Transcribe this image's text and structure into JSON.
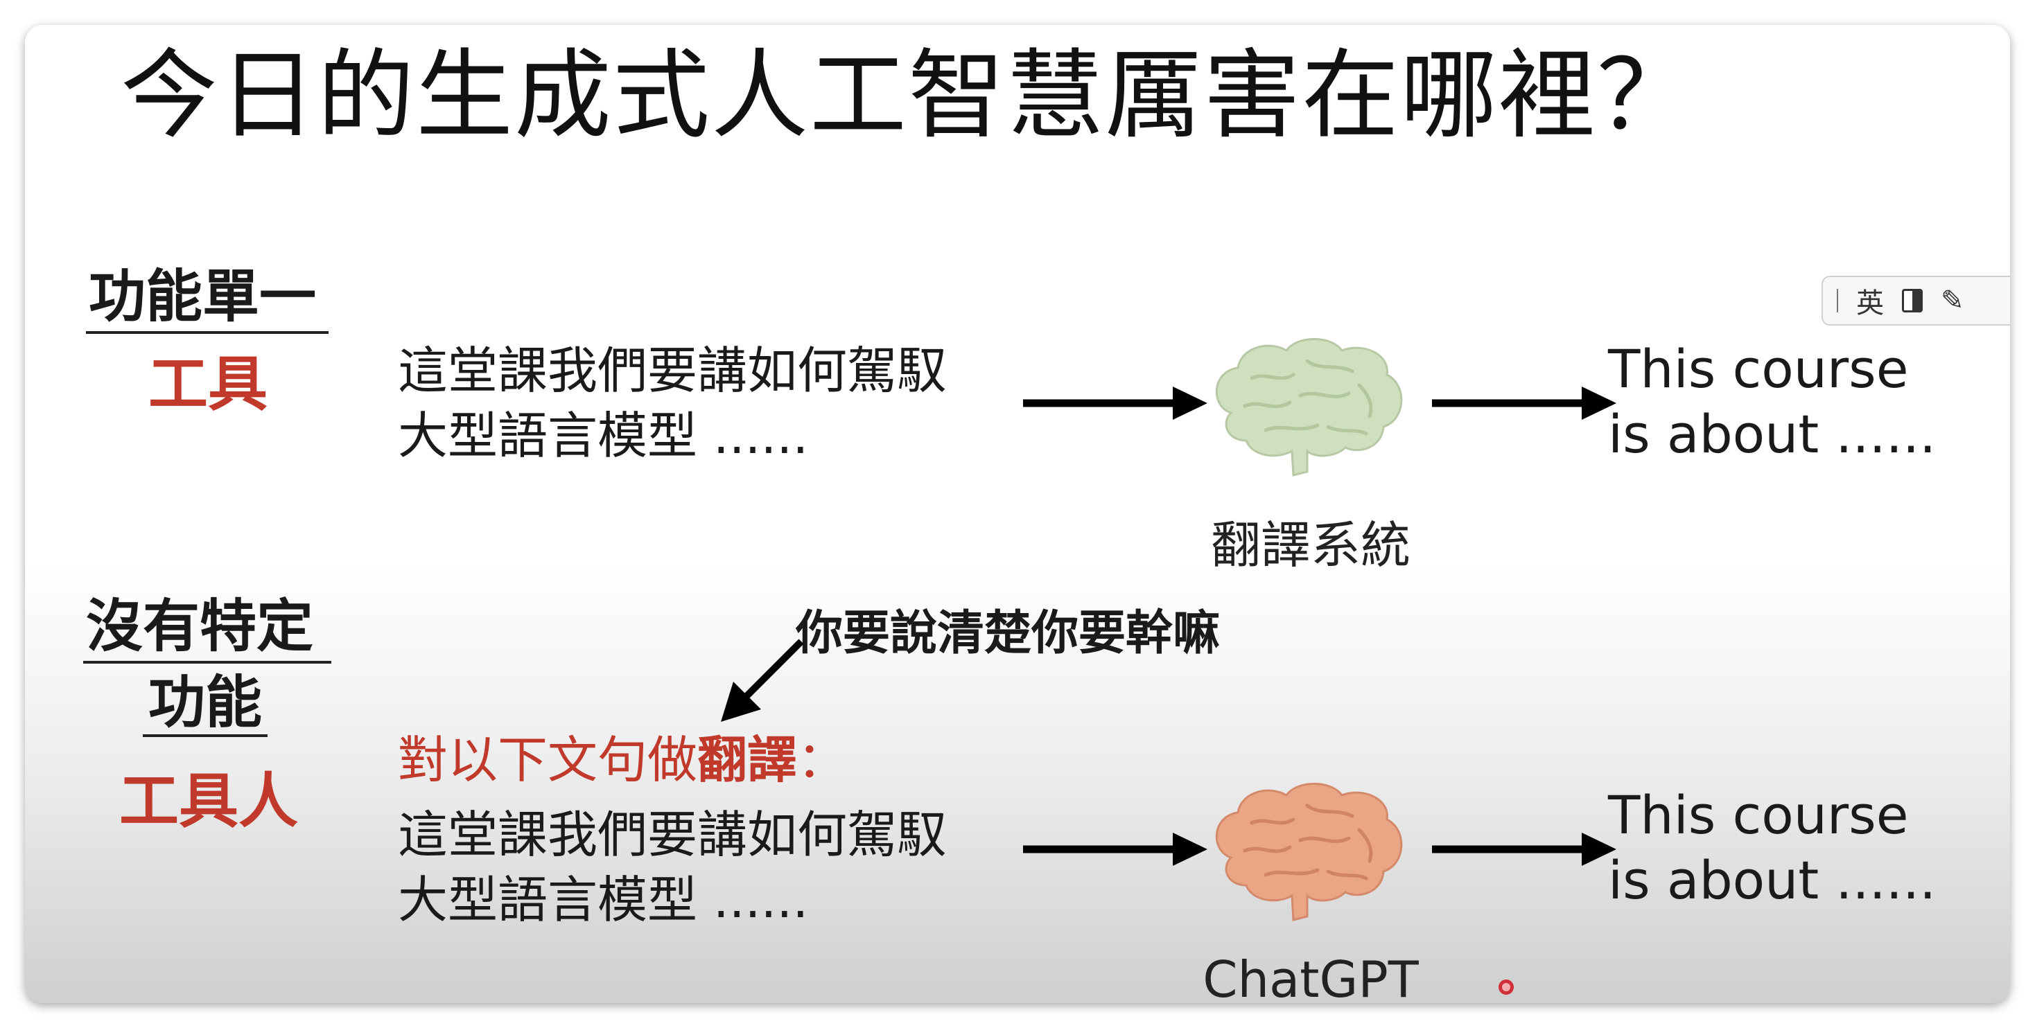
{
  "slide": {
    "title": "今日的生成式人工智慧厲害在哪裡？",
    "row1": {
      "heading": "功能單一",
      "label": "工具",
      "input_line1": "這堂課我們要講如何駕馭",
      "input_line2": "大型語言模型 ......",
      "model_caption": "翻譯系統",
      "output_line1": "This course",
      "output_line2": "is about ......"
    },
    "row2": {
      "heading_line1": "沒有特定",
      "heading_line2": "功能",
      "label": "工具人",
      "note": "你要說清楚你要幹嘛",
      "instruction_prefix": "對以下文句做",
      "instruction_emph": "翻譯",
      "instruction_suffix": "：",
      "input_line1": "這堂課我們要講如何駕馭",
      "input_line2": "大型語言模型 ......",
      "model_caption": "ChatGPT",
      "output_line1": "This course",
      "output_line2": "is about ......"
    }
  },
  "ime_toolbar": {
    "mode_label": "英"
  },
  "colors": {
    "accent_red": "#c0392b",
    "brain_green": "#cfe0bf",
    "brain_orange": "#eaa585"
  },
  "icons": [
    "brain-icon",
    "arrow-right-icon",
    "arrow-down-left-icon",
    "half-width-icon",
    "settings-pen-icon"
  ]
}
